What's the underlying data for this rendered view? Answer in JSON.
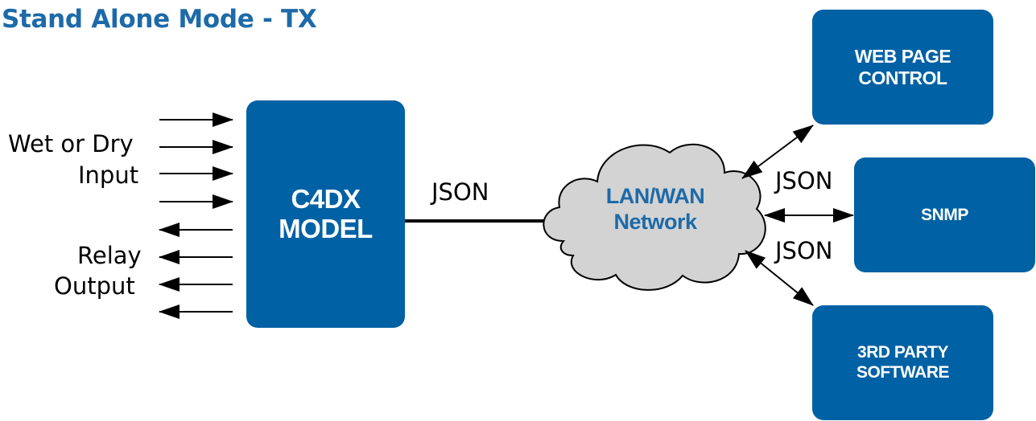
{
  "title": "Stand Alone Mode - TX",
  "inputs_label": {
    "line1": "Wet or Dry",
    "line2": "Input"
  },
  "outputs_label": {
    "line1": "Relay",
    "line2": "Output"
  },
  "device": {
    "line1": "C4DX",
    "line2": "MODEL"
  },
  "link_label": "JSON",
  "network": {
    "line1": "LAN/WAN",
    "line2": "Network"
  },
  "clients": {
    "web": "WEB PAGE CONTROL",
    "snmp": "SNMP",
    "third_party": {
      "line1": "3RD PARTY",
      "line2": "SOFTWARE"
    }
  },
  "client_link_labels": {
    "upper": "JSON",
    "lower": "JSON"
  },
  "colors": {
    "box": "#0061a4",
    "title": "#1d6aa8",
    "cloud_fill": "#d3d3d3"
  }
}
